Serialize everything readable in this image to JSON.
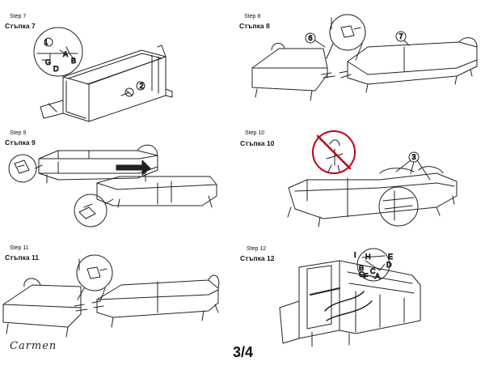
{
  "steps": [
    {
      "en": "Step 7",
      "bg": "Стъпка 7"
    },
    {
      "en": "Step 8",
      "bg": "Стъпка 8"
    },
    {
      "en": "Step 9",
      "bg": "Стъпка 9"
    },
    {
      "en": "Step 10",
      "bg": "Стъпка 10"
    },
    {
      "en": "Step 11",
      "bg": "Стъпка 11"
    },
    {
      "en": "Step 12",
      "bg": "Стъпка 12"
    }
  ],
  "callouts": {
    "s7_num": "1",
    "s7_part2": "2",
    "s7_a": "A",
    "s7_b": "B",
    "s7_g": "G",
    "s7_d": "D",
    "s8_left": "6",
    "s8_right": "7",
    "s10_num": "3",
    "s12_a": "A",
    "s12_b": "B",
    "s12_c": "C",
    "s12_d": "D",
    "s12_e": "E",
    "s12_f": "F",
    "s12_g": "G",
    "s12_h": "H",
    "s12_i": "I"
  },
  "brand": "Carmen",
  "page": "3/4"
}
